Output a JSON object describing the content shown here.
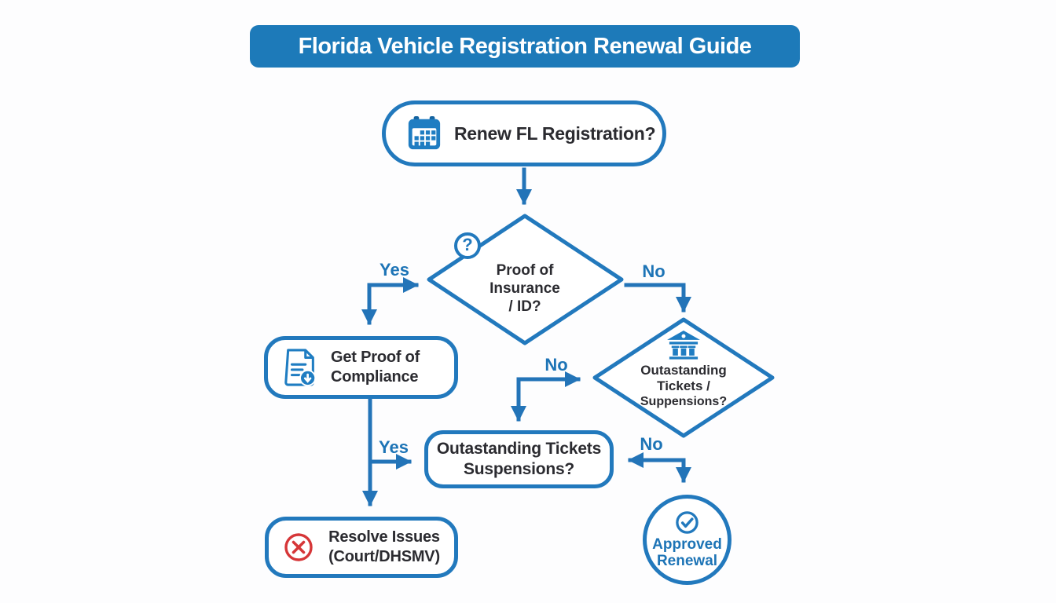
{
  "title": "Florida Vehicle Registration Renewal Guide",
  "colors": {
    "banner_blue": "#1d7ab9",
    "stroke_blue": "#2279bd",
    "label_blue": "#1d74b6",
    "text_dark": "#2b2b30",
    "error_red": "#d63638"
  },
  "nodes": {
    "start": {
      "icon": "calendar-icon",
      "label": "Renew FL Registration?"
    },
    "proof_decision": {
      "icon": "question-mark-icon",
      "line1": "Proof of",
      "line2": "Insurance",
      "line3": "/ ID?"
    },
    "get_proof": {
      "icon": "document-download-icon",
      "line1": "Get Proof of",
      "line2": "Compliance"
    },
    "tickets_decision": {
      "icon": "bank-icon",
      "line1": "Outastanding",
      "line2": "Tickets /",
      "line3": "Suppensions?"
    },
    "tickets_box": {
      "line1": "Outastanding Tickets",
      "line2": "Suspensions?"
    },
    "resolve": {
      "icon": "x-circle-icon",
      "line1": "Resolve Issues",
      "line2": "(Court/DHSMV)"
    },
    "approved": {
      "icon": "check-circle-icon",
      "line1": "Approved",
      "line2": "Renewal"
    }
  },
  "edge_labels": {
    "proof_yes": "Yes",
    "proof_no": "No",
    "tickets_no": "No",
    "compliance_yes": "Yes",
    "ticketsbox_no": "No"
  },
  "glyphs": {
    "question_mark": "?"
  }
}
